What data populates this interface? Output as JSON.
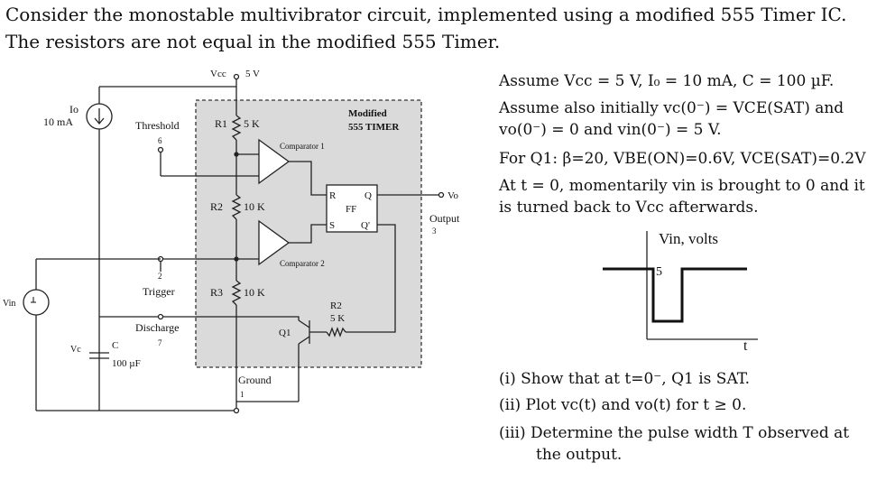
{
  "title": {
    "line1": "Consider the monostable multivibrator circuit, implemented using a modified 555 Timer IC.",
    "line2": "The resistors are not equal in the modified 555 Timer."
  },
  "circuit": {
    "vcc": "Vcc",
    "vcc_value": "5 V",
    "io": "Io",
    "io_value": "10 mA",
    "threshold": "Threshold",
    "threshold_pin": "6",
    "r1": "R1",
    "r1_value": "5 K",
    "modified": "Modified",
    "timer_name": "555 TIMER",
    "comparator1": "Comparator 1",
    "comparator2": "Comparator 2",
    "r2": "R2",
    "r2_value": "10 K",
    "r3": "R3",
    "r3_value": "10 K",
    "ff": "FF",
    "ff_r": "R",
    "ff_s": "S",
    "ff_q": "Q",
    "ff_qbar": "Q'",
    "vo": "Vo",
    "output": "Output",
    "output_pin": "3",
    "trigger": "Trigger",
    "trigger_pin": "2",
    "discharge": "Discharge",
    "discharge_pin": "7",
    "vin": "Vin",
    "vc": "Vc",
    "cap": "C",
    "cap_value": "100 µF",
    "rb": "R2",
    "rb_value": "5 K",
    "q1": "Q1",
    "ground": "Ground",
    "ground_pin": "1"
  },
  "notes": {
    "line1": "Assume Vcc = 5 V, I₀ = 10 mA, C = 100 µF.",
    "line2": "Assume also initially vc(0⁻) = VCE(SAT) and",
    "line3": "vo(0⁻) = 0 and vin(0⁻) = 5 V.",
    "line4": "For Q1: β=20, VBE(ON)=0.6V, VCE(SAT)=0.2V",
    "line5": "At t = 0, momentarily vin is brought to 0 and it",
    "line6": "is turned back to Vcc afterwards."
  },
  "waveform": {
    "ylabel": "Vin, volts",
    "level": "5",
    "xlabel": "t"
  },
  "questions": {
    "q1": "(i)  Show that at t=0⁻, Q1 is SAT.",
    "q2": "(ii)  Plot vc(t) and vo(t) for t ≥ 0.",
    "q3a": "(iii) Determine the pulse width T observed at",
    "q3b": "the output."
  }
}
